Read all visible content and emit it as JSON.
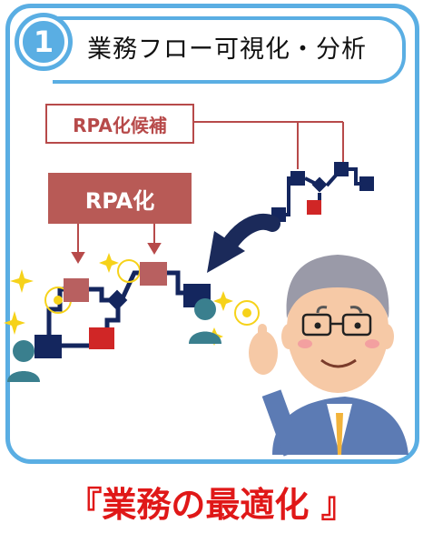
{
  "header": {
    "step_number": "1",
    "title": "業務フロー可視化・分析"
  },
  "labels": {
    "rpa_candidate": "RPA化候補",
    "rpa": "RPA化"
  },
  "caption": "『業務の最適化 』",
  "colors": {
    "accent_blue": "#5aaee3",
    "rpa_red": "#b85a56",
    "caption_red": "#e01818",
    "node_navy": "#14265e",
    "node_red": "#d02626",
    "node_brown": "#b86060",
    "person_teal": "#3a7f8e"
  }
}
